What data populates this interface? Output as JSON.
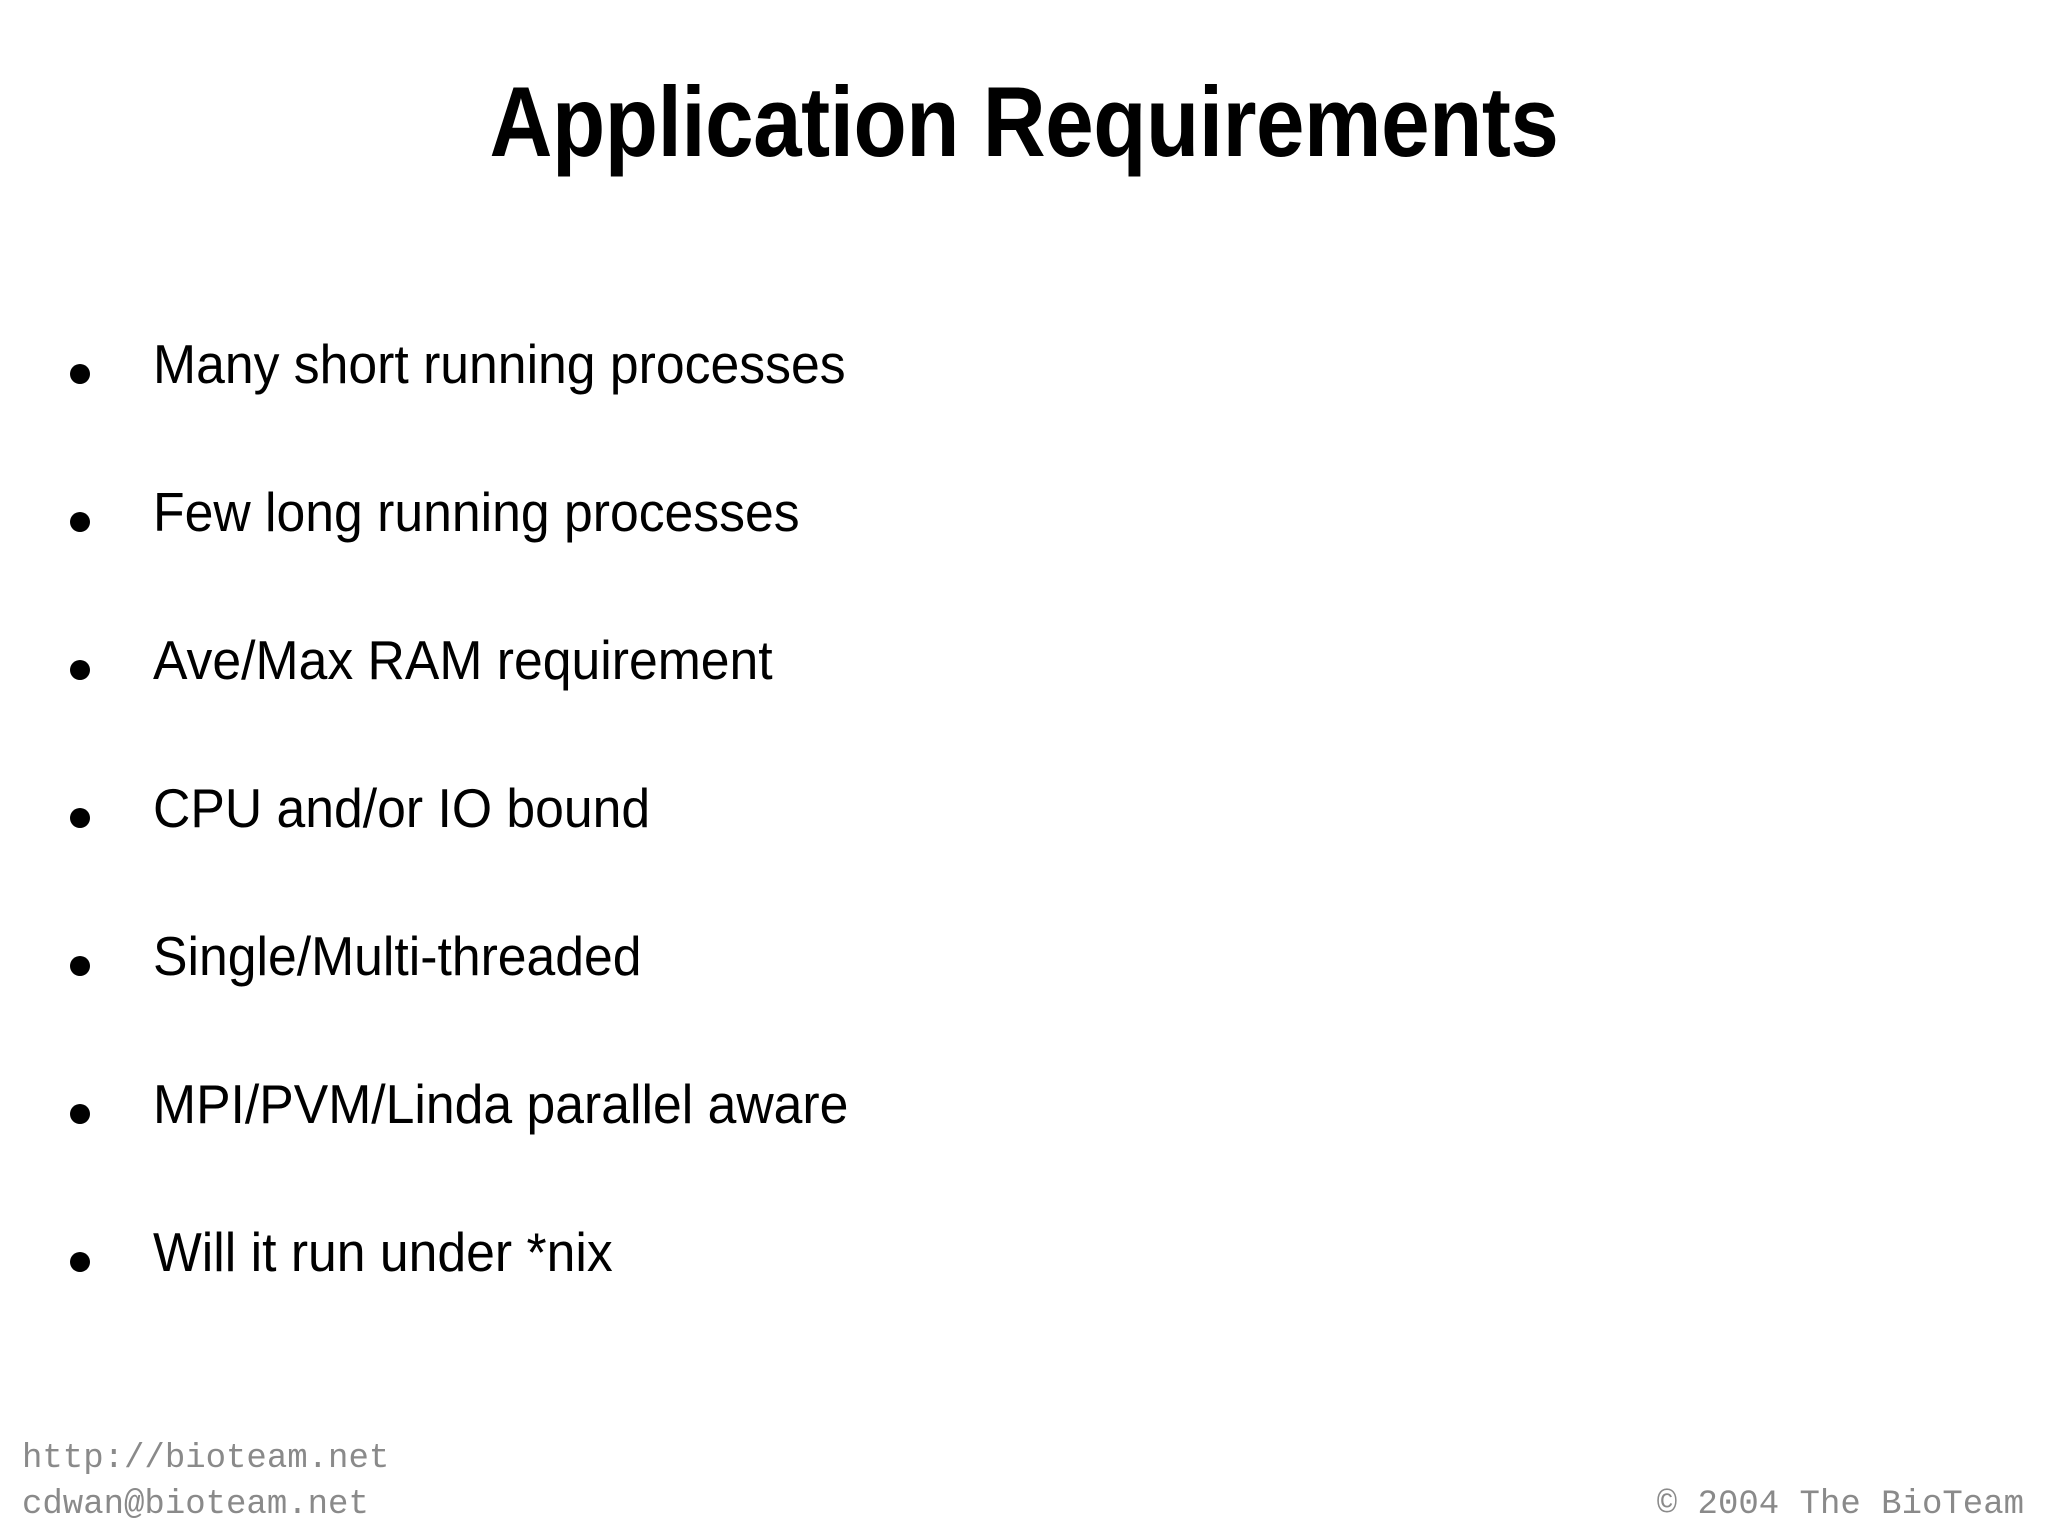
{
  "slide": {
    "title": "Application Requirements",
    "background_color": "#ffffff",
    "text_color": "#000000",
    "footer_color": "#8a8a8a",
    "bullets": [
      {
        "text": "Many short running processes"
      },
      {
        "text": "Few long running processes"
      },
      {
        "text": "Ave/Max RAM requirement"
      },
      {
        "text": "CPU and/or IO bound"
      },
      {
        "text": "Single/Multi-threaded"
      },
      {
        "text": "MPI/PVM/Linda parallel aware"
      },
      {
        "text": "Will it run under *nix"
      }
    ],
    "footer": {
      "left_line1": "http://bioteam.net",
      "left_line2": "cdwan@bioteam.net",
      "right": "© 2004 The BioTeam"
    }
  }
}
